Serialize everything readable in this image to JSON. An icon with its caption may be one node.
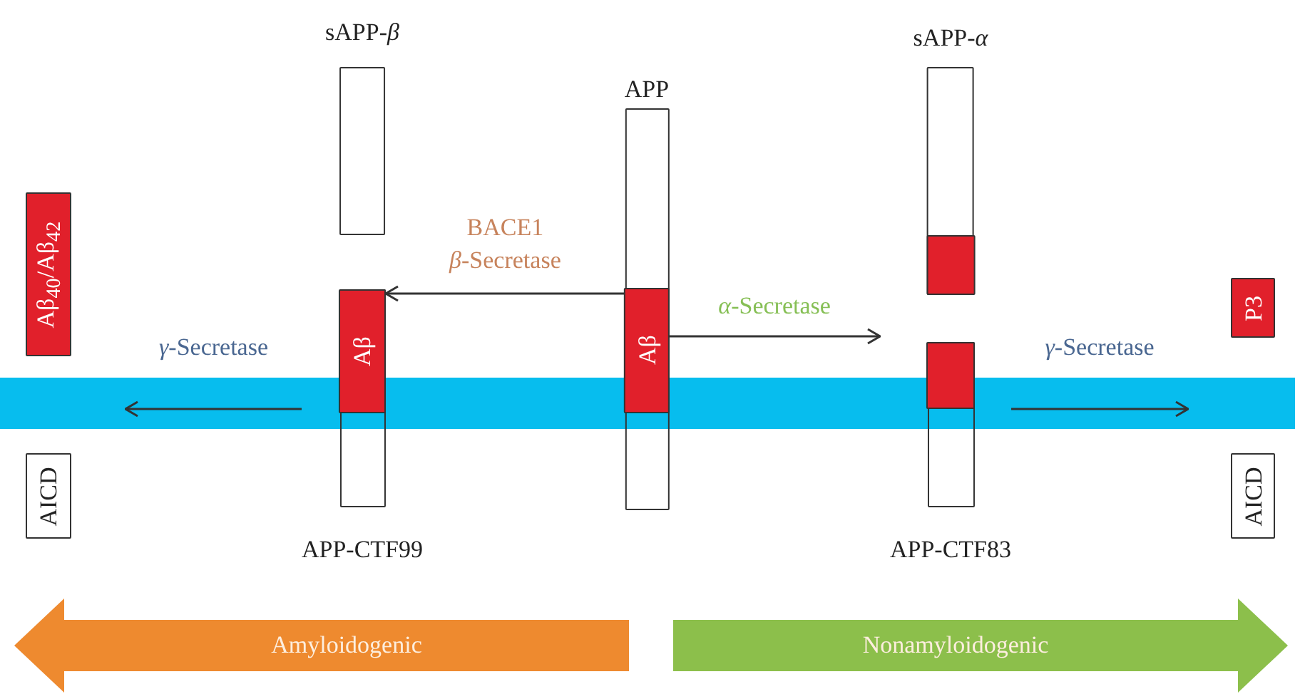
{
  "diagram": {
    "nodes": [
      {
        "text": [
          "sAPP-*β*"
        ]
      },
      {
        "text": [
          "APP"
        ]
      },
      {
        "text": [
          "Aβ"
        ],
        "in": 1
      },
      {
        "text": [
          "sAPP-*α*"
        ]
      },
      {
        "text": [],
        "shape": "box",
        "in": 3
      },
      {
        "text": [
          "Aβ$_{40}$/Aβ$_{42}$"
        ]
      },
      {
        "text": [
          "P3"
        ]
      },
      {
        "text": [
          "APP-CTF99"
        ]
      },
      {
        "text": [
          "Aβ"
        ],
        "in": 7
      },
      {
        "text": [
          "APP-CTF83"
        ]
      },
      {
        "text": [],
        "shape": "box",
        "in": 9
      },
      {
        "text": [
          "AICD"
        ]
      },
      {
        "text": [
          "AICD"
        ]
      },
      {
        "text": [
          "Amyloidogenic"
        ]
      },
      {
        "text": [
          "Nonamyloidogenic"
        ]
      }
    ],
    "edges": [
      {
        "from": 1,
        "to": 8,
        "arrow": "to",
        "label": "BACE1 *β*-Secretase"
      },
      {
        "from": 1,
        "to": null,
        "arrow": "to",
        "label": "*α*-Secretase"
      },
      {
        "from": 7,
        "to": null,
        "arrow": "to",
        "label": "*γ*-Secretase"
      },
      {
        "from": 9,
        "to": null,
        "arrow": "to",
        "label": "*γ*-Secretase"
      }
    ]
  }
}
